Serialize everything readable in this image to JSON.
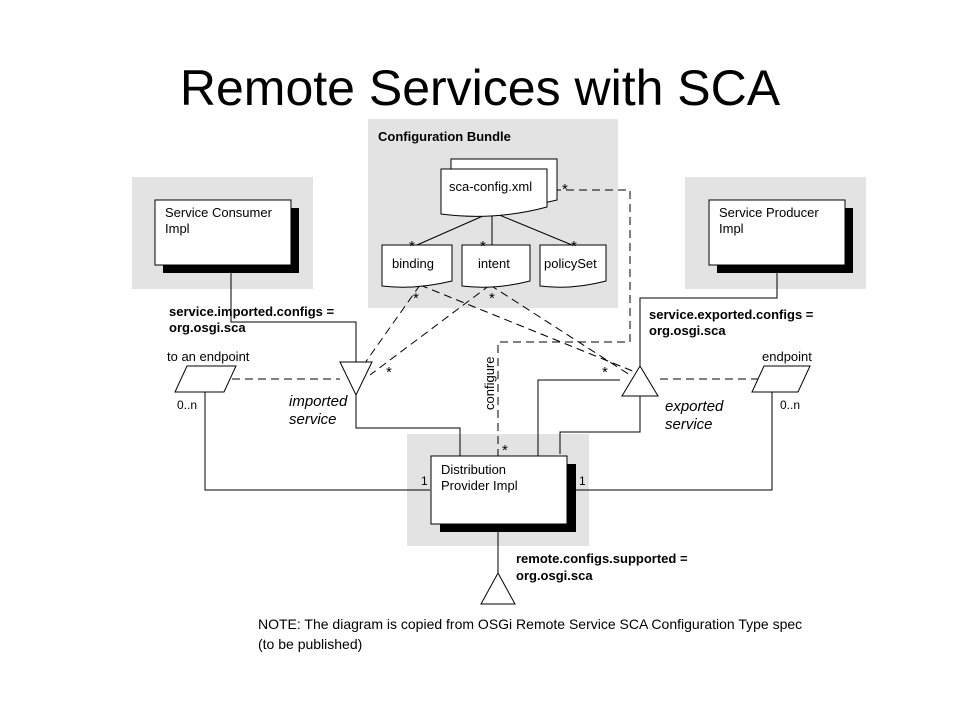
{
  "slide": {
    "title": "Remote Services with SCA",
    "note_line1": "NOTE: The diagram is copied from OSGi Remote Service SCA Configuration Type spec",
    "note_line2": "(to be published)"
  },
  "diagram": {
    "config_bundle_label": "Configuration Bundle",
    "sca_config_label": "sca-config.xml",
    "binding_label": "binding",
    "intent_label": "intent",
    "policyset_label": "policySet",
    "consumer_line1": "Service Consumer",
    "consumer_line2": "Impl",
    "producer_line1": "Service Producer",
    "producer_line2": "Impl",
    "distribution_line1": "Distribution",
    "distribution_line2": "Provider Impl",
    "imported_configs_line1": "service.imported.configs =",
    "imported_configs_line2": "org.osgi.sca",
    "exported_configs_line1": "service.exported.configs =",
    "exported_configs_line2": "org.osgi.sca",
    "remote_configs_line1": "remote.configs.supported =",
    "remote_configs_line2": "org.osgi.sca",
    "to_endpoint_label": "to an endpoint",
    "endpoint_label": "endpoint",
    "imported_service_line1": "imported",
    "imported_service_line2": "service",
    "exported_service_line1": "exported",
    "exported_service_line2": "service",
    "configure_label": "configure",
    "mult_star": "*",
    "mult_0n": "0..n",
    "mult_one": "1"
  },
  "colors": {
    "group_background": "#e3e3e3",
    "box_fill": "#ffffff",
    "shadow": "#000000",
    "line": "#000000"
  }
}
